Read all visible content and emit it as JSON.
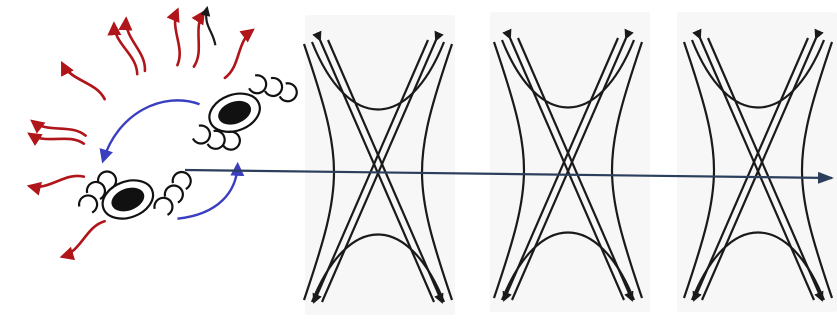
{
  "colors": {
    "background": "#ffffff",
    "ink": "#1a1a1a",
    "radiation_arrows": "#b0151a",
    "connecting_arrows": "#3a3fc0",
    "axis_arrow": "#2b3f5c",
    "panel_shadow": "#dcdcdc"
  },
  "figure": {
    "left_panel": {
      "description_free": true,
      "vortex_count": 2,
      "radiation_arrow_count": 11,
      "connecting_arc_count": 2
    },
    "x_crossings": {
      "count": 3
    },
    "axis_arrow": {
      "count": 1
    }
  }
}
